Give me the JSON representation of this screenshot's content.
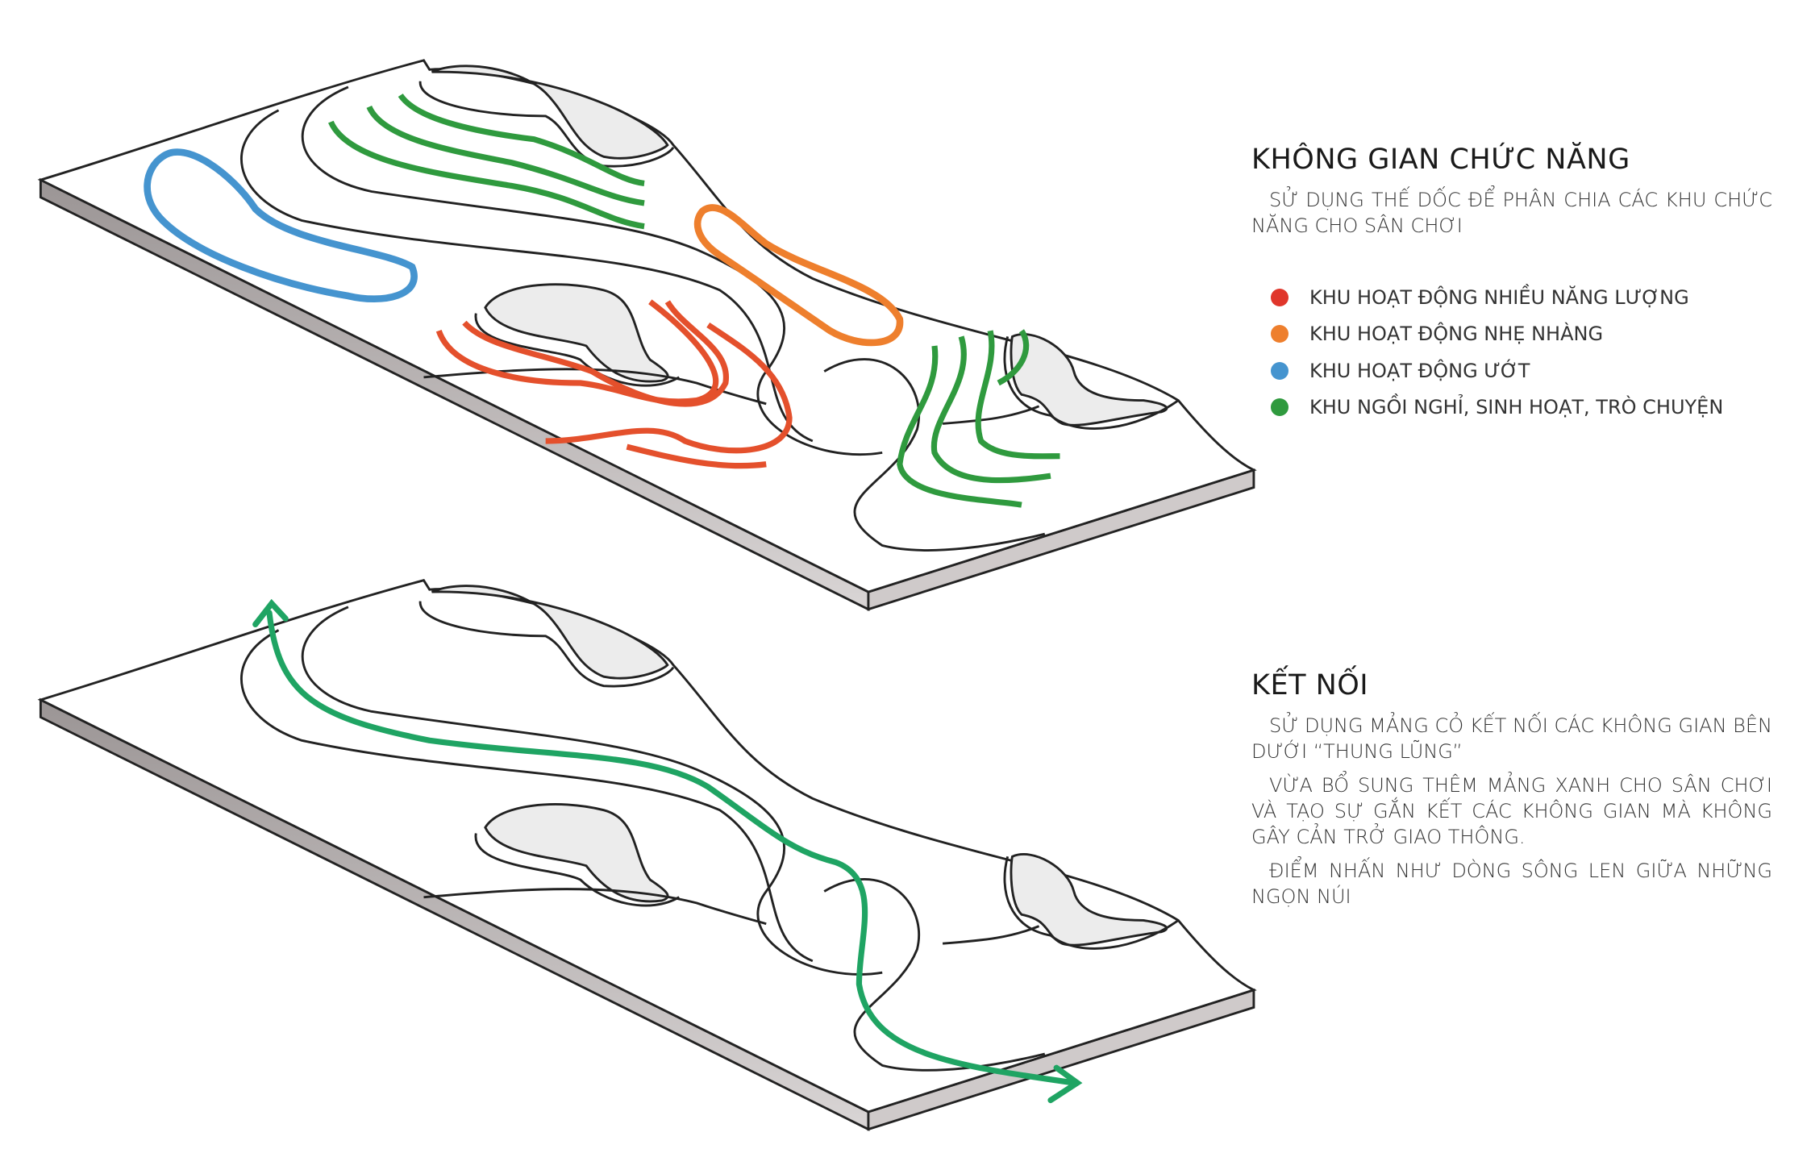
{
  "functional": {
    "title": "KHÔNG GIAN CHỨC NĂNG",
    "description": "SỬ DỤNG THẾ DỐC ĐỂ PHÂN CHIA CÁC KHU CHỨC NĂNG CHO SÂN CHƠI",
    "legend": [
      {
        "label": "KHU HOẠT ĐỘNG NHIỀU NĂNG LƯỢNG",
        "color": "#e0362b"
      },
      {
        "label": "KHU HOẠT ĐỘNG NHẸ NHÀNG",
        "color": "#ee7f2d"
      },
      {
        "label": "KHU HOẠT ĐỘNG ƯỚT",
        "color": "#4594cf"
      },
      {
        "label": "KHU NGỒI NGHỈ, SINH HOẠT, TRÒ CHUYỆN",
        "color": "#2f9a3e"
      }
    ]
  },
  "connection": {
    "title": "KẾT NỐI",
    "paragraphs": [
      "SỬ DỤNG MẢNG CỎ KẾT NỐI CÁC KHÔNG GIAN BÊN DƯỚI “THUNG LŨNG”",
      "VỪA BỔ SUNG THÊM MẢNG XANH CHO SÂN CHƠI VÀ TẠO SỰ GẮN KẾT CÁC KHÔNG GIAN MÀ KHÔNG GÂY CẢN TRỞ GIAO THÔNG.",
      "ĐIỂM NHẤN NHƯ DÒNG SÔNG LEN GIỮA NHỮNG NGỌN NÚI"
    ],
    "path_color": "#1fa463"
  }
}
